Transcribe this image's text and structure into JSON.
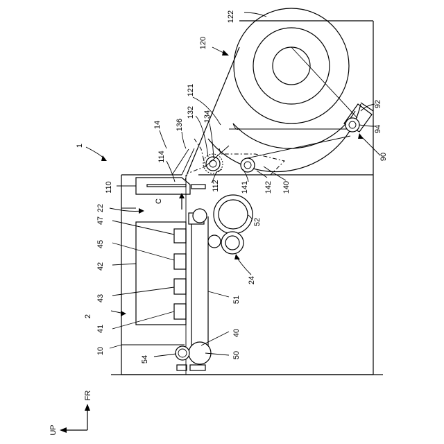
{
  "figure": {
    "labels": {
      "l1": "1",
      "l2": "2",
      "l10": "10",
      "l14": "14",
      "l22": "22",
      "l24": "24",
      "l40": "40",
      "l41": "41",
      "l42": "42",
      "l43": "43",
      "l45": "45",
      "l47": "47",
      "l50": "50",
      "l51": "51",
      "l52": "52",
      "l54": "54",
      "l90": "90",
      "l92": "92",
      "l94": "94",
      "l110": "110",
      "l112": "112",
      "l114": "114",
      "l120": "120",
      "l121": "121",
      "l122": "122",
      "l132": "132",
      "l134": "134",
      "l136": "136",
      "l140": "140",
      "l141": "141",
      "l142": "142",
      "lC": "C"
    },
    "axes": {
      "up": "UP",
      "fr": "FR"
    }
  }
}
